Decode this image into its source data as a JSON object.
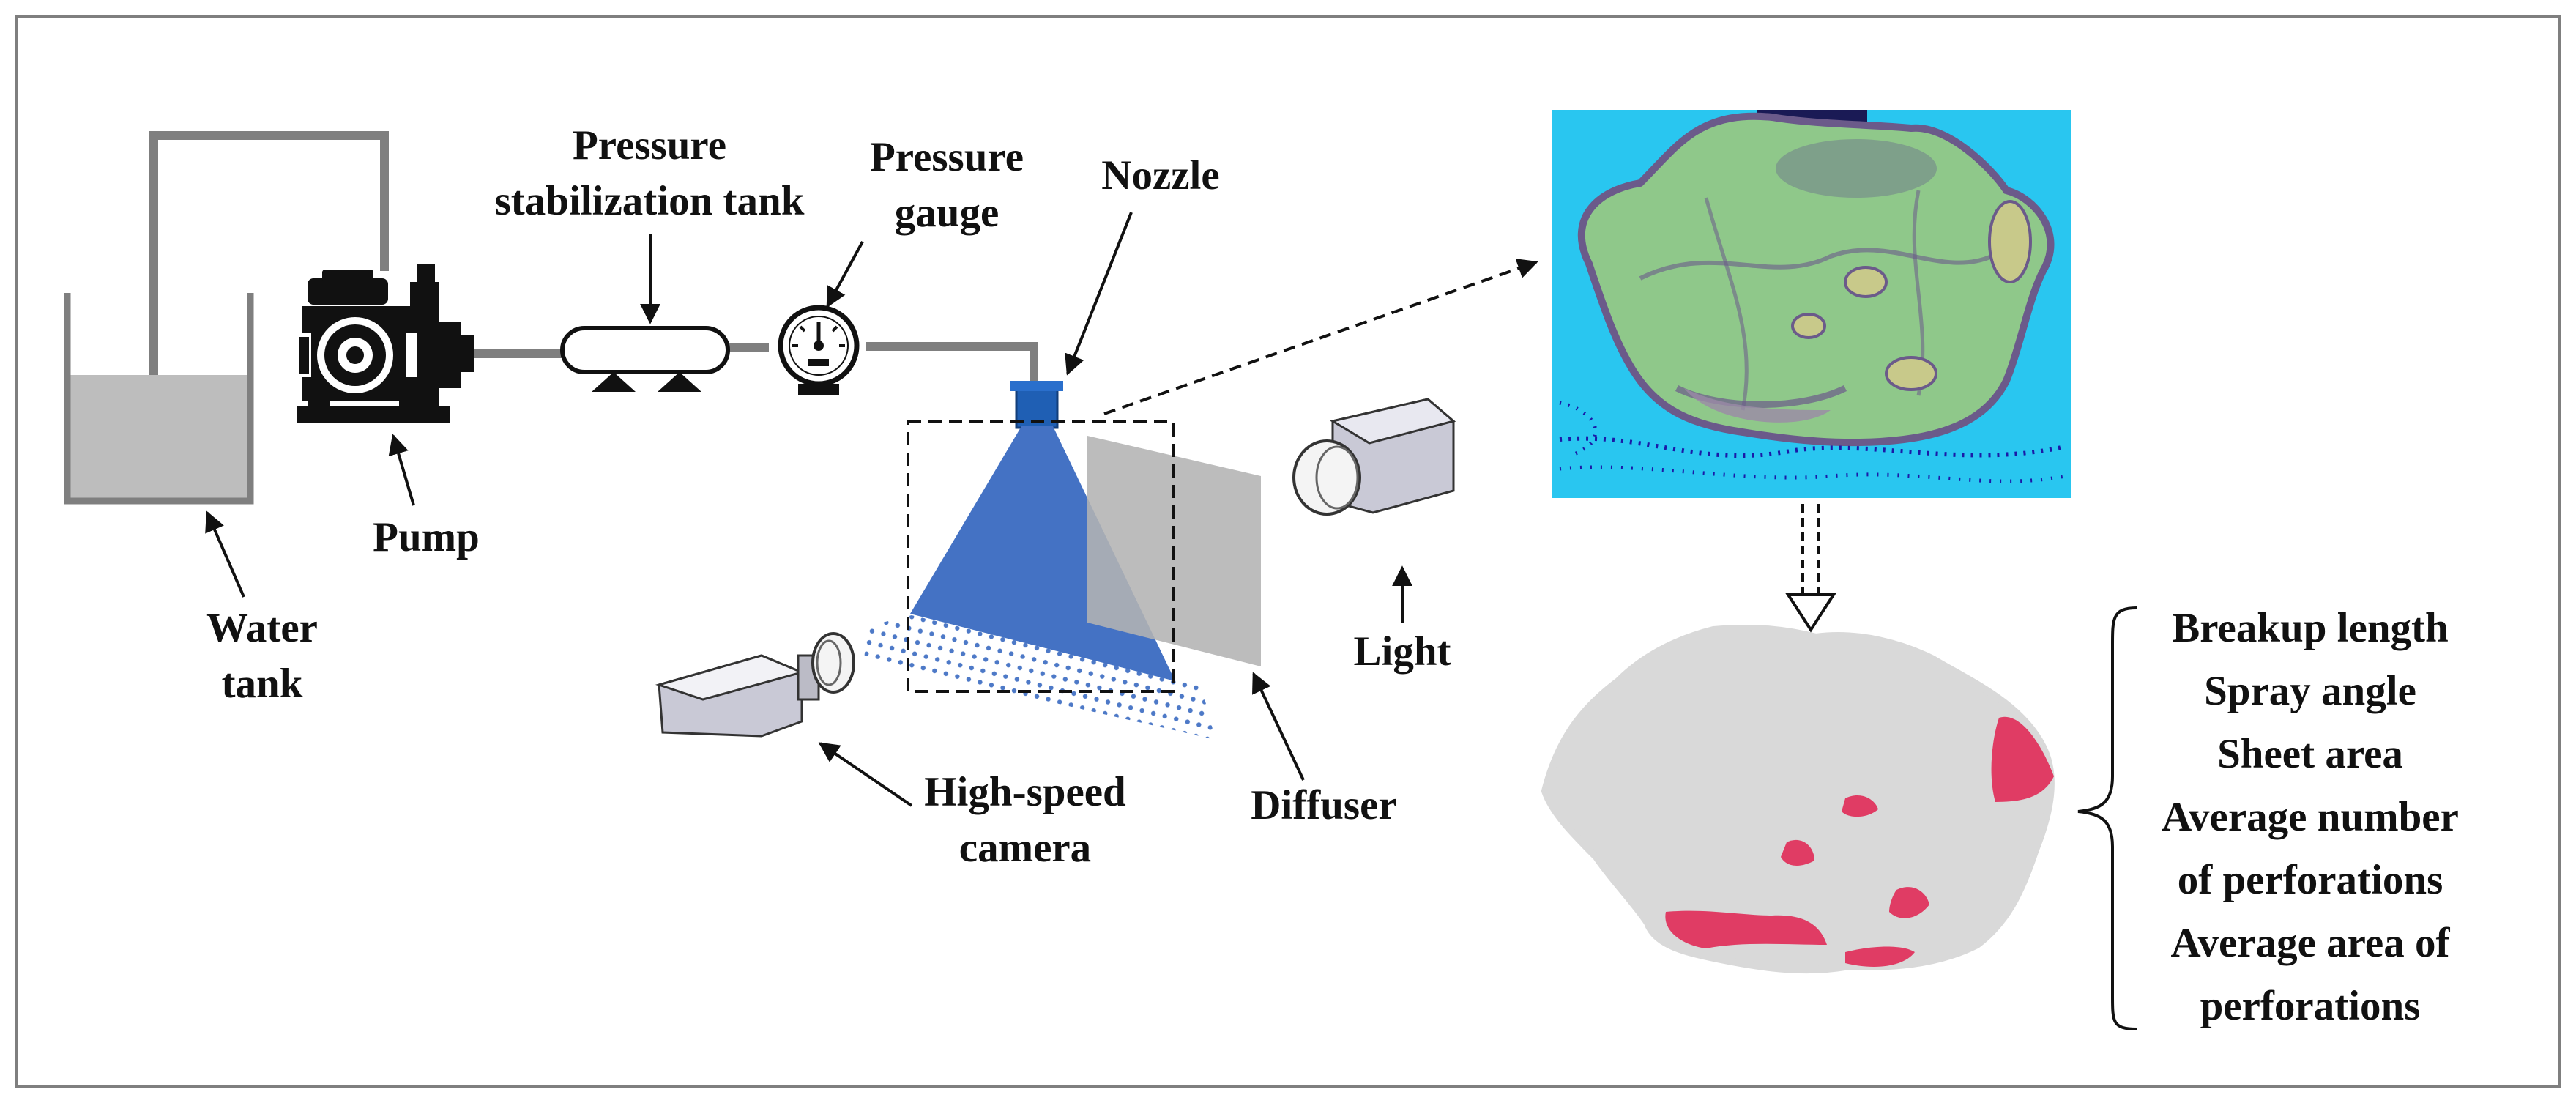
{
  "labels": {
    "water_tank": [
      "Water",
      "tank"
    ],
    "pump": "Pump",
    "stabilization_tank": [
      "Pressure",
      "stabilization tank"
    ],
    "pressure_gauge": [
      "Pressure",
      "gauge"
    ],
    "nozzle": "Nozzle",
    "light": "Light",
    "high_speed_camera": [
      "High-speed",
      "camera"
    ],
    "diffuser": "Diffuser"
  },
  "outcomes": [
    "Breakup length",
    "Spray angle",
    "Sheet area",
    "Average number",
    "of perforations",
    "Average area of",
    "perforations"
  ],
  "colors": {
    "frame": "#7f7f7f",
    "pipe": "#7f7f7f",
    "water": "#bdbdbd",
    "spray": "#4472c4",
    "nozzle": "#1f5fb4",
    "diffuser": "#b3b3b3",
    "camera_body": "#c9c9d6",
    "sheet_green": "#8fc88a",
    "background_cyan": "#29c6f0",
    "binary_sheet": "#d9d9d9",
    "perforation": "#e03c64"
  }
}
